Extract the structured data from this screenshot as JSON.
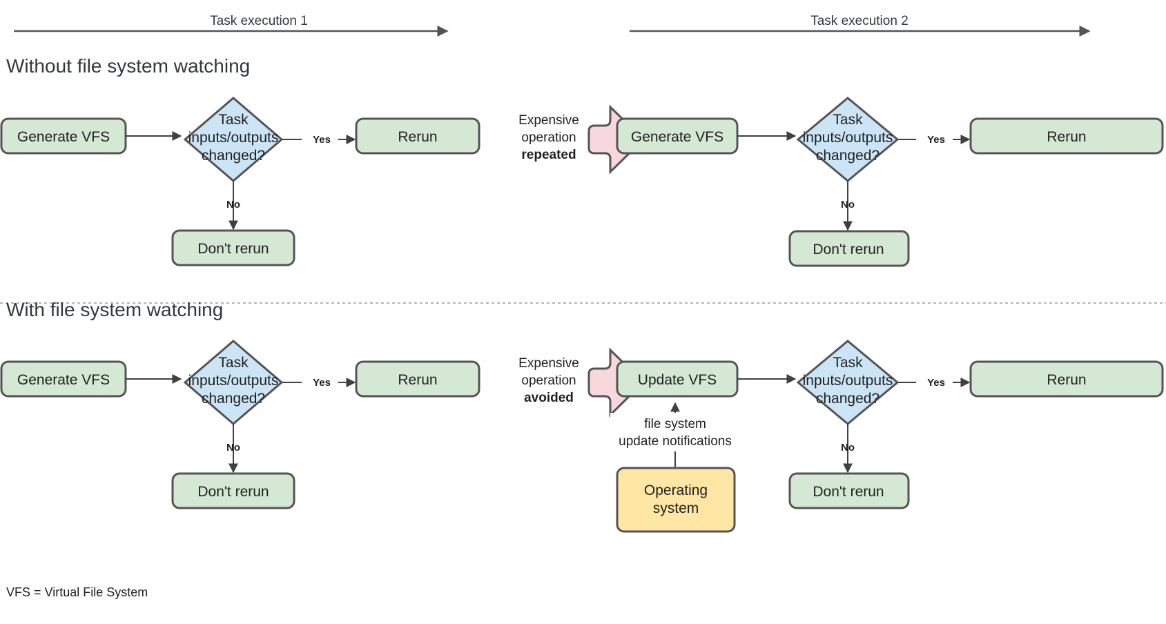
{
  "colors": {
    "green_fill": "#d5e8d4",
    "green_stroke": "#545454",
    "blue_fill": "#cce5f6",
    "blue_stroke": "#545454",
    "pink_fill": "#f8d7dd",
    "pink_stroke": "#545454",
    "yellow_fill": "#ffe6a5",
    "yellow_stroke": "#545454",
    "line": "#404040",
    "text": "#1f1f1f",
    "heading": "#33383d",
    "divider": "#9a9a9a",
    "background": "#ffffff"
  },
  "timelines": [
    {
      "label": "Task execution 1"
    },
    {
      "label": "Task execution 2"
    }
  ],
  "sections": [
    {
      "title": "Without file system watching",
      "transition": {
        "line1": "Expensive",
        "line2": "operation",
        "line3": "repeated",
        "arrow_icon": "block-arrow-right-icon"
      },
      "nodes": {
        "start_left": "Generate VFS",
        "decision_left": "Task inputs/outputs changed?",
        "decision_left_lines": [
          "Task",
          "inputs/outputs",
          "changed?"
        ],
        "yes_left": "Rerun",
        "no_left": "Don't rerun",
        "start_right": "Generate VFS",
        "decision_right_lines": [
          "Task",
          "inputs/outputs",
          "changed?"
        ],
        "yes_right": "Rerun",
        "no_right": "Don't rerun"
      },
      "edge_labels": {
        "yes": "Yes",
        "no": "No"
      }
    },
    {
      "title": "With file system watching",
      "transition": {
        "line1": "Expensive",
        "line2": "operation",
        "line3": "avoided",
        "arrow_icon": "block-arrow-right-icon"
      },
      "nodes": {
        "start_left": "Generate VFS",
        "decision_left_lines": [
          "Task",
          "inputs/outputs",
          "changed?"
        ],
        "yes_left": "Rerun",
        "no_left": "Don't rerun",
        "start_right": "Update VFS",
        "decision_right_lines": [
          "Task",
          "inputs/outputs",
          "changed?"
        ],
        "yes_right": "Rerun",
        "no_right": "Don't rerun",
        "os_box_lines": [
          "Operating",
          "system"
        ],
        "notification_lines": [
          "file system",
          "update notifications"
        ]
      },
      "edge_labels": {
        "yes": "Yes",
        "no": "No"
      }
    }
  ],
  "legend": "VFS = Virtual File System"
}
